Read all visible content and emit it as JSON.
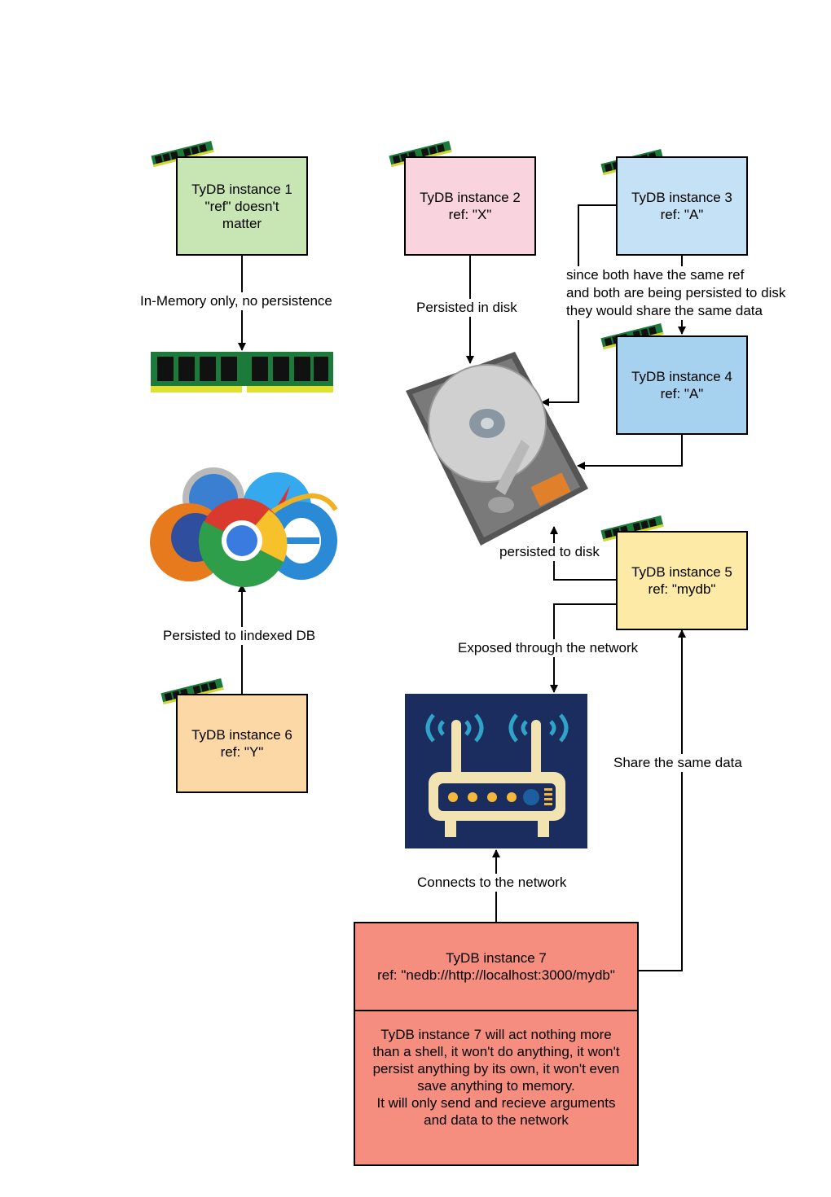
{
  "nodes": {
    "inst1": "TyDB instance 1\n\"ref\" doesn't\nmatter",
    "inst2": "TyDB instance 2\nref: \"X\"",
    "inst3": "TyDB instance 3\nref: \"A\"",
    "inst4": "TyDB instance 4\nref: \"A\"",
    "inst5": "TyDB instance 5\nref: \"mydb\"",
    "inst6": "TyDB instance 6\nref: \"Y\"",
    "inst7": "TyDB instance 7\nref: \"nedb://http://localhost:3000/mydb\"",
    "inst7_note": " TyDB instance 7 will act nothing more\nthan a shell, it won't do anything, it won't\npersist anything by its own, it won't even\nsave anything to memory.\nIt will only send and recieve arguments\nand data to the network"
  },
  "edges": {
    "inmemory": "In-Memory only, no persistence",
    "persisted_disk": "Persisted in disk",
    "shared_ref": "since both have the same ref\nand both are being persisted to disk\nthey would share the same data",
    "persisted_to_disk": "persisted to disk",
    "exposed": "Exposed through the network",
    "share_same": "Share the same data",
    "indexeddb": "Persisted to Iindexed DB",
    "connects": "Connects to the network"
  },
  "icons": [
    "ram-icon",
    "hard-drive-icon",
    "browsers-icon",
    "router-icon"
  ],
  "colors": {
    "inst1": "#c8e6b4",
    "inst2": "#f9d3dd",
    "inst3": "#c5e1f6",
    "inst4": "#a6d2ef",
    "inst5": "#fdeaa6",
    "inst6": "#fcd8a6",
    "inst7": "#f68e7f",
    "router_bg": "#1b2d5e"
  }
}
